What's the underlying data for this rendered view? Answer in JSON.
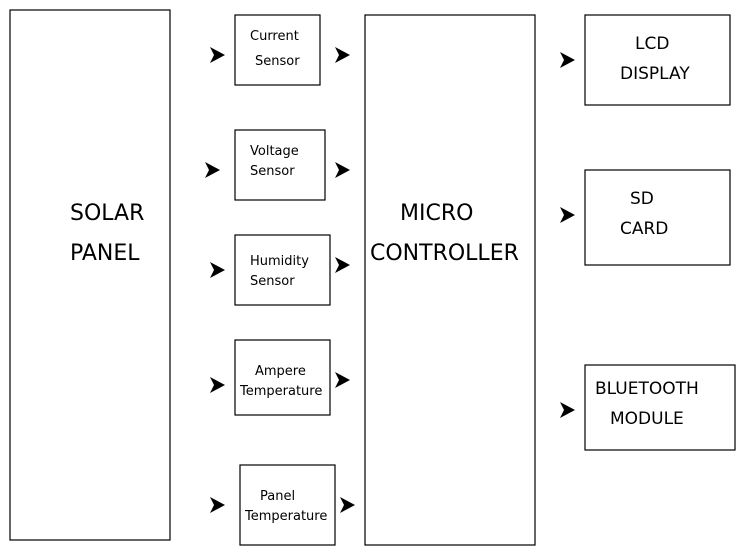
{
  "diagram": {
    "solar_panel": [
      "SOLAR",
      "PANEL"
    ],
    "sensors": {
      "current": [
        "Current",
        "Sensor"
      ],
      "voltage": [
        "Voltage",
        "Sensor"
      ],
      "humidity": [
        "Humidity",
        "Sensor"
      ],
      "ampere_temperature": [
        "Ampere",
        "Temperature"
      ],
      "panel_temperature": [
        "Panel",
        "Temperature"
      ]
    },
    "micro_controller": [
      "MICRO",
      "CONTROLLER"
    ],
    "outputs": {
      "lcd_display": [
        "LCD",
        "DISPLAY"
      ],
      "sd_card": [
        "SD",
        "CARD"
      ],
      "bluetooth_module": [
        "BLUETOOTH",
        "MODULE"
      ]
    }
  }
}
